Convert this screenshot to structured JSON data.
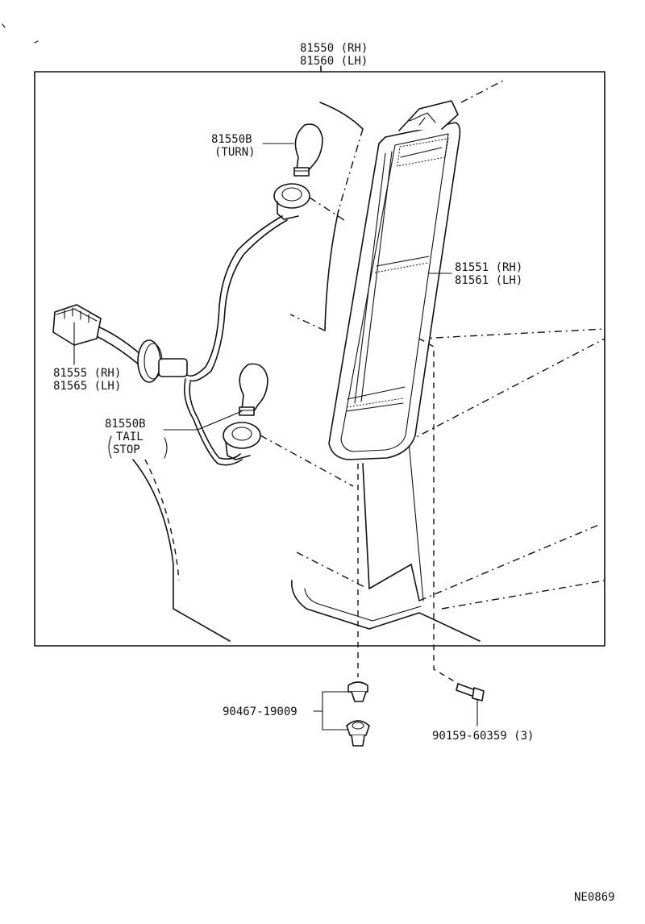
{
  "labels": {
    "lamp_assy": {
      "line1": "81550 (RH)",
      "line2": "81560 (LH)"
    },
    "bulb_turn": {
      "line1": "81550B",
      "line2": "(TURN)"
    },
    "lens": {
      "line1": "81551 (RH)",
      "line2": "81561 (LH)"
    },
    "socket_wire": {
      "line1": "81555 (RH)",
      "line2": "81565 (LH)"
    },
    "bulb_tail": {
      "line1": "81550B",
      "line2": "TAIL",
      "line3": "STOP"
    },
    "clip": {
      "text": "90467-19009"
    },
    "screw": {
      "text": "90159-60359 (3)"
    },
    "diagram_id": {
      "text": "NE0869"
    }
  }
}
